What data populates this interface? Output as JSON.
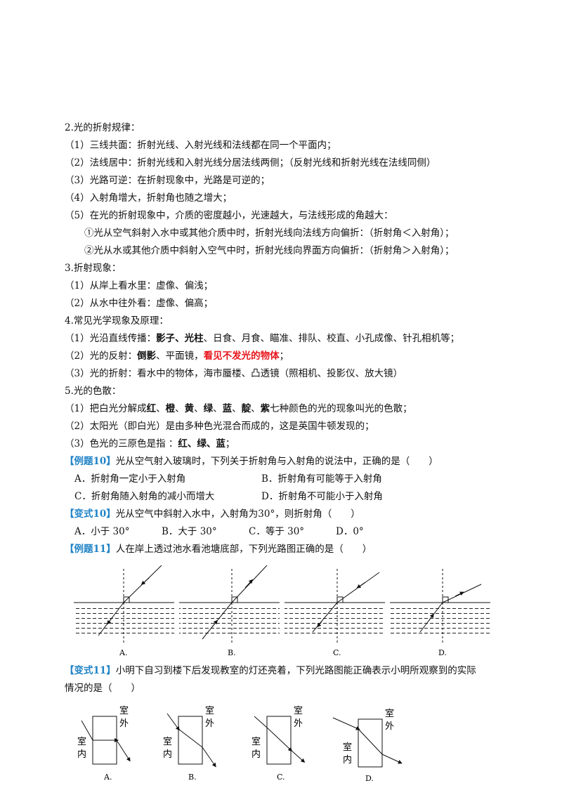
{
  "s2": {
    "title": "2.光的折射规律：",
    "items": [
      "（1）三线共面：折射光线、入射光线和法线都在同一个平面内；",
      "（2）法线居中：折射光线和入射光线分居法线两侧；（反射光线和折射光线在法线同侧）",
      "（3）光路可逆：在折射现象中，光路是可逆的；",
      "（4）入射角增大，折射角也随之增大；",
      "（5）在光的折射现象中，介质的密度越小，光速越大，与法线形成的角越大：",
      "①光从空气斜射入水中或其他介质中时，折射光线向法线方向偏折：（折射角＜入射角）；",
      "②光从水或其他介质中斜射入空气中时，折射光线向界面方向偏折：（折射角＞入射角）；"
    ]
  },
  "s3": {
    "title": "3.折射现象：",
    "items": [
      "（1）从岸上看水里：虚像、偏浅；",
      "（2）从水中往外看：虚像、偏高；"
    ]
  },
  "s4": {
    "title": "4.常见光学现象及原理：",
    "l1_pre": "（1）光沿直线传播：",
    "l1_b": "影子、光柱",
    "l1_post": "、日食、月食、瞄准、排队、校直、小孔成像、针孔相机等；",
    "l2_pre": "（2）光的反射：",
    "l2_b": "倒影",
    "l2_mid": "、平面镜，",
    "l2_red": "看见不发光的物体",
    "l2_post": "；",
    "l3": "（3）光的折射：看水中的物体，海市蜃楼、凸透镜（照相机、投影仪、放大镜）"
  },
  "s5": {
    "title": "5.光的色散：",
    "l1_pre": "（1）把白光分解成",
    "l1_c1": "红",
    "l1_c2": "橙",
    "l1_c3": "黄",
    "l1_c4": "绿",
    "l1_c5": "蓝",
    "l1_c6": "靛",
    "l1_c7": "紫",
    "sep": "、",
    "l1_post": "七种颜色的光的现象叫光的色散；",
    "l2": "（2）太阳光（即白光）是由多种色光混合而成的，这是英国牛顿发现的；",
    "l3_pre": "（3）色光的三原色是指 ：",
    "l3_b": "红、绿、蓝",
    "l3_post": "；"
  },
  "ex10": {
    "tag": "【例题10】",
    "q": "光从空气射入玻璃时，下列关于折射角与入射角的说法中，正确的是（　　）",
    "a": "A．折射角一定小于入射角",
    "b": "B．折射角有可能等于入射角",
    "c": "C．折射角随入射角的减小而增大",
    "d": "D．折射角不可能小于入射角"
  },
  "var10": {
    "tag": "【变式10】",
    "q": "光从空气中斜射入水中，入射角为30°，则折射角（　　）",
    "a": "A．小于 30°",
    "b": "B．大于 30°",
    "c": "C．等于 30°",
    "d": "D．0°"
  },
  "ex11": {
    "tag": "【例题11】",
    "q": "人在岸上透过池水看池塘底部，下列光路图正确的是（　　）",
    "labels": [
      "A.",
      "B.",
      "C.",
      "D."
    ]
  },
  "var11": {
    "tag": "【变式11】",
    "q1": "小明下自习到楼下后发现教室的灯还亮着，下列光路图能正确表示小明所观察到的实际",
    "q2": "情况的是（　　）",
    "outside": [
      "室",
      "外"
    ],
    "inside": [
      "室",
      "内"
    ],
    "labels": [
      "A.",
      "B.",
      "C.",
      "D."
    ]
  }
}
